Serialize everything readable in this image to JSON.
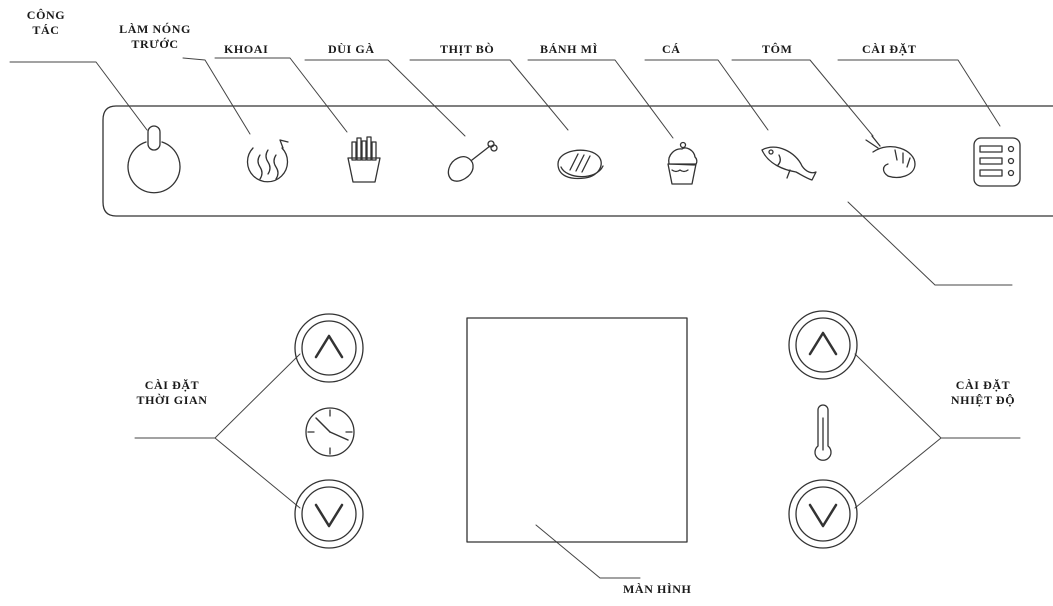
{
  "top_labels": {
    "power": [
      "CÔNG",
      "TÁC"
    ],
    "preheat": [
      "LÀM NÓNG",
      "TRƯỚC"
    ],
    "fries": "KHOAI",
    "drumstick": "DÙI GÀ",
    "steak": "THỊT BÒ",
    "cake": "BÁNH MÌ",
    "fish": "CÁ",
    "shrimp": "TÔM",
    "settings": "CÀI ĐẶT"
  },
  "left_label": [
    "CÀI ĐẶT",
    "THỜI GIAN"
  ],
  "right_label": [
    "CÀI ĐẶT",
    "NHIỆT ĐỘ"
  ],
  "screen_label": "MÀN HÌNH",
  "icons": [
    "power-icon",
    "preheat-icon",
    "fries-icon",
    "drumstick-icon",
    "steak-icon",
    "cake-icon",
    "fish-icon",
    "shrimp-icon",
    "settings-icon",
    "time-up-icon",
    "clock-icon",
    "time-down-icon",
    "temp-up-icon",
    "thermometer-icon",
    "temp-down-icon"
  ]
}
